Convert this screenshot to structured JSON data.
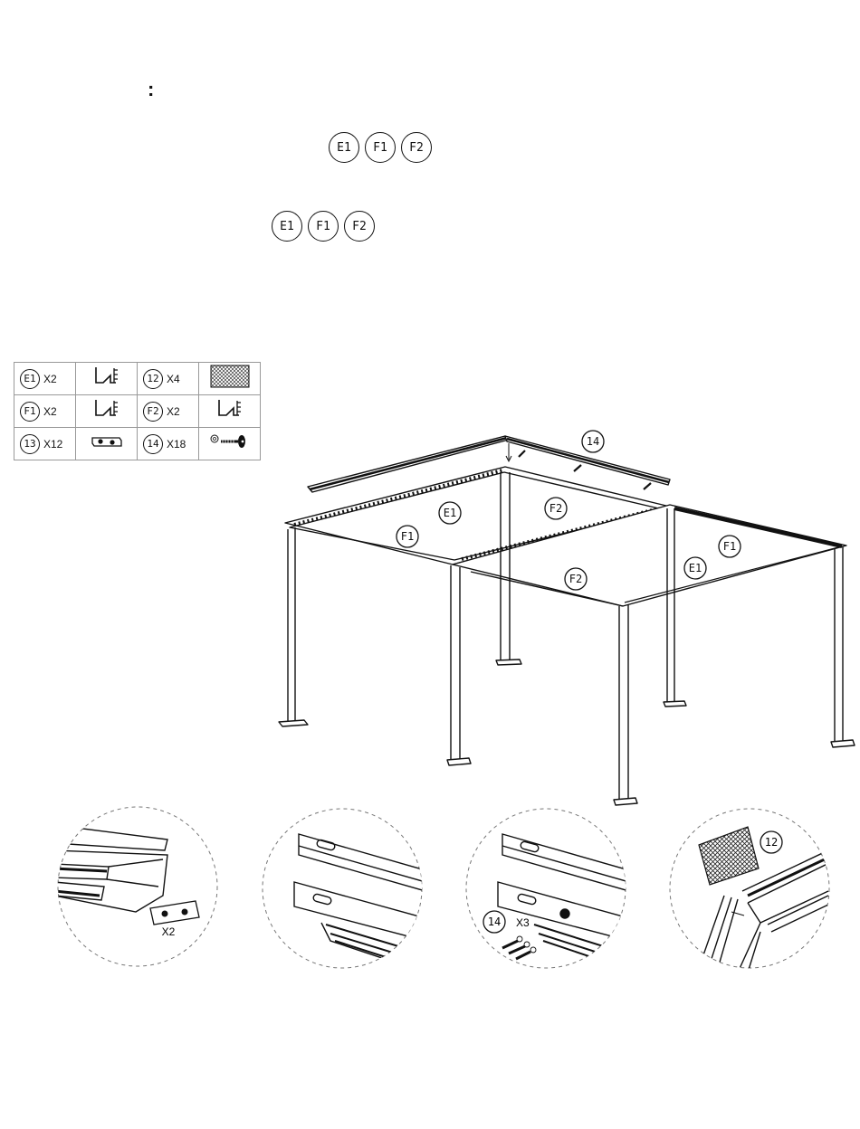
{
  "header": {
    "colon": ":",
    "badges_row1": [
      "E1",
      "F1",
      "F2"
    ],
    "badges_row2": [
      "E1",
      "F1",
      "F2"
    ]
  },
  "parts_table": {
    "rows": [
      [
        {
          "code": "E1",
          "qty": "X2",
          "icon": "gutter-profile-icon"
        },
        {
          "code": "12",
          "qty": "X4",
          "icon": "mesh-panel-icon"
        }
      ],
      [
        {
          "code": "F1",
          "qty": "X2",
          "icon": "gutter-profile-icon"
        },
        {
          "code": "F2",
          "qty": "X2",
          "icon": "gutter-profile-icon"
        }
      ],
      [
        {
          "code": "13",
          "qty": "X12",
          "icon": "connector-plate-icon"
        },
        {
          "code": "14",
          "qty": "X18",
          "icon": "screw-washer-icon"
        }
      ]
    ]
  },
  "diagram": {
    "labels": {
      "top_screw": "14",
      "e1_left": "E1",
      "f2_back": "F2",
      "f1_left": "F1",
      "f1_right": "F1",
      "e1_right": "E1",
      "f2_front": "F2"
    }
  },
  "details": {
    "detail1_qty": "X2",
    "detail3_code": "14",
    "detail3_qty": "X3",
    "detail4_code": "12"
  }
}
